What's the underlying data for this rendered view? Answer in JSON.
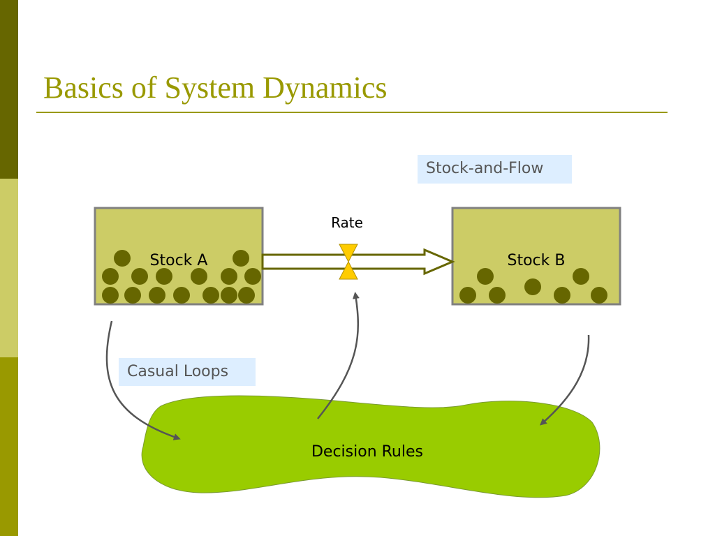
{
  "slide": {
    "title": "Basics of System Dynamics"
  },
  "labels": {
    "stock_and_flow": "Stock-and-Flow",
    "casual_loops": "Casual Loops"
  },
  "diagram": {
    "stock_a": "Stock A",
    "stock_b": "Stock B",
    "rate": "Rate",
    "decision_rules": "Decision Rules"
  },
  "colors": {
    "accent": "#999900",
    "dark_olive": "#666600",
    "stock_fill": "#CCCC66",
    "stock_border": "#808080",
    "ball": "#666600",
    "valve": "#FFCC00",
    "blob": "#99CC00",
    "label_bg": "#DDEEFF",
    "arrow": "#555555"
  }
}
